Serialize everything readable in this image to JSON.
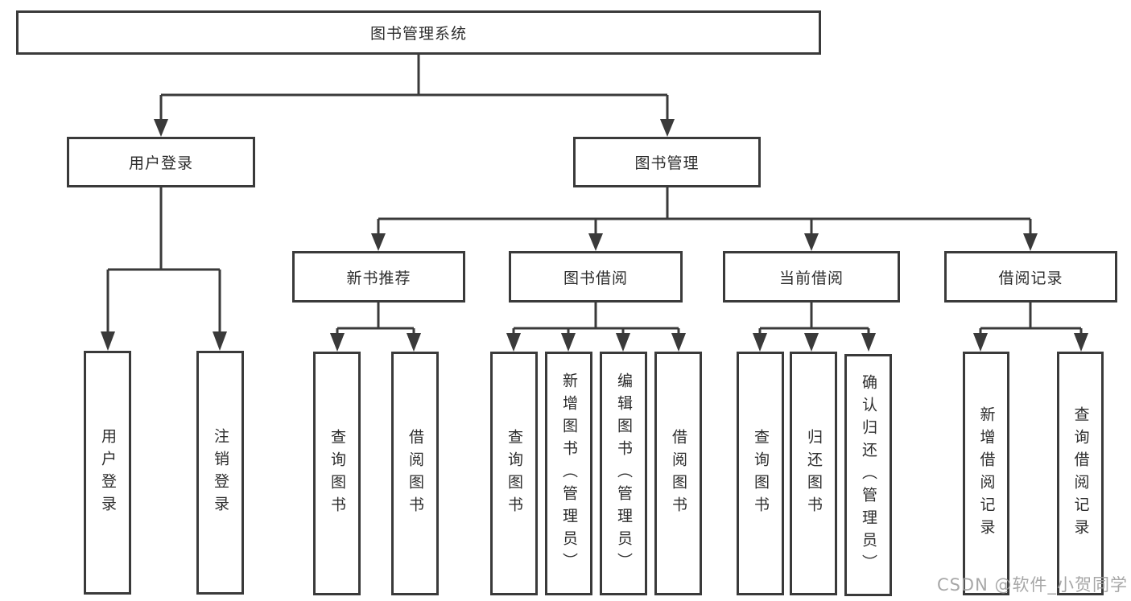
{
  "diagram_title": "图书管理系统",
  "colors": {
    "line": "#3a3a3a",
    "text": "#2d2d2d",
    "watermark": "#9e9e9e",
    "background": "#ffffff"
  },
  "watermark": {
    "text": "CSDN @软件_小贺同学"
  },
  "tree": {
    "label": "图书管理系统",
    "children": [
      {
        "label": "用户登录",
        "children": [
          {
            "label": "用户登录"
          },
          {
            "label": "注销登录"
          }
        ]
      },
      {
        "label": "图书管理",
        "children": [
          {
            "label": "新书推荐",
            "children": [
              {
                "label": "查询图书"
              },
              {
                "label": "借阅图书"
              }
            ]
          },
          {
            "label": "图书借阅",
            "children": [
              {
                "label": "查询图书"
              },
              {
                "label": "新增图书（管理员）"
              },
              {
                "label": "编辑图书（管理员）"
              },
              {
                "label": "借阅图书"
              }
            ]
          },
          {
            "label": "当前借阅",
            "children": [
              {
                "label": "查询图书"
              },
              {
                "label": "归还图书"
              },
              {
                "label": "确认归还（管理员）"
              }
            ]
          },
          {
            "label": "借阅记录",
            "children": [
              {
                "label": "新增借阅记录"
              },
              {
                "label": "查询借阅记录"
              }
            ]
          }
        ]
      }
    ]
  }
}
